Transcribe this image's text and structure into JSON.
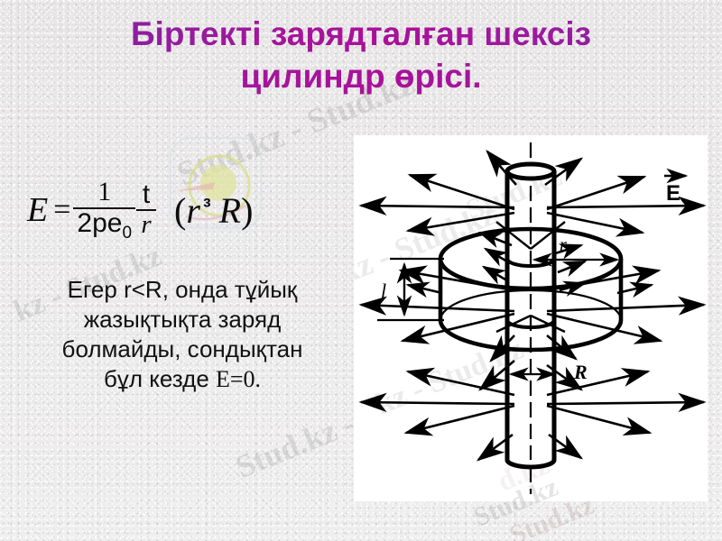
{
  "slide": {
    "title_line1": "Біртекті зарядталған шексіз",
    "title_line2": "цилиндр өрісі.",
    "title_color": "#a4159c",
    "background_color": "#eceaea"
  },
  "formula": {
    "lhs": "E",
    "equals": "=",
    "fraction1_numerator": "1",
    "fraction1_denominator": "2pe",
    "fraction1_denominator_subscript": "0",
    "fraction2_numerator": "t",
    "fraction2_denominator": "r",
    "condition_open": "(",
    "condition_var1": "r",
    "condition_relation": "³",
    "condition_var2": "R",
    "condition_close": ")",
    "plain_text": "E = 1/(2pe0) · t/r    (r ³ R)"
  },
  "body": {
    "line1": "Егер r<R, онда тұйық",
    "line2": "жазықтықта заряд",
    "line3": "болмайды, сондықтан",
    "line4_prefix": "бұл кезде ",
    "line4_math": "E=0."
  },
  "figure": {
    "caption_E": "E",
    "label_length": "l",
    "label_radius_gauss": "r",
    "label_radius_cylinder": "R",
    "background_color": "#ffffff",
    "line_color": "#000000",
    "description": "Uniformly charged infinite cylinder with radial electric field lines and a coaxial Gaussian cylinder of length l and radius r"
  },
  "watermarks": {
    "w1": "Stud.kz - Stud.kz",
    "w2": "kz - Stud.kz",
    "w3": "Stud.kz - Stud.kz",
    "w4": "Stud.kz",
    "w5": "Stud.kz",
    "w6": "Stud.kz",
    "w7": "Stud.kz"
  }
}
